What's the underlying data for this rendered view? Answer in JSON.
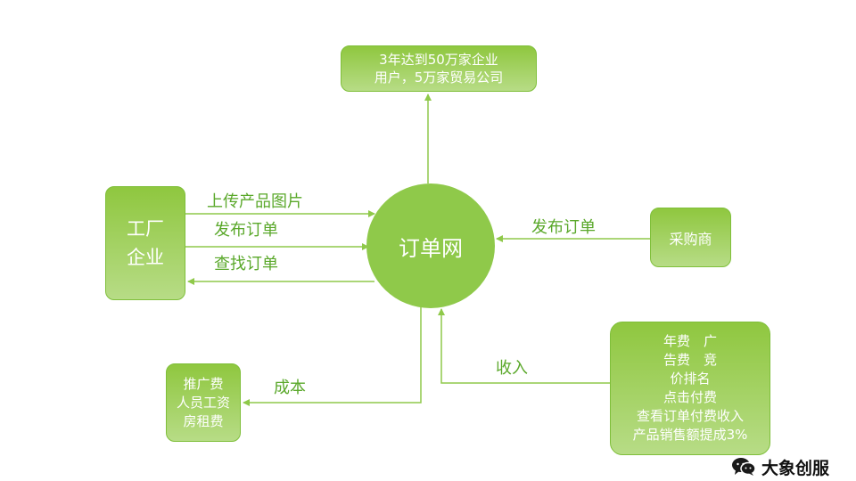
{
  "nodes": {
    "goal": [
      "3年达到50万家企业",
      "用户，5万家贸易公司"
    ],
    "factory": [
      "工厂",
      "企业"
    ],
    "center": "订单网",
    "buyer": "采购商",
    "cost": [
      "推广费",
      "人员工资",
      "房租费"
    ],
    "revenue": [
      "年费　广",
      "告费　竞",
      "价排名",
      "点击付费",
      "查看订单付费收入",
      "产品销售额提成3%"
    ]
  },
  "edge_labels": {
    "upload": "上传产品图片",
    "publish": "发布订单",
    "search": "查找订单",
    "buyer_publish": "发布订单",
    "cost": "成本",
    "income": "收入"
  },
  "brand": "大象创服",
  "colors": {
    "node_fill": "#8fc94a",
    "line": "#8fc94a",
    "label": "#5aa82a"
  },
  "icons": {
    "brand": "wechat-icon"
  }
}
